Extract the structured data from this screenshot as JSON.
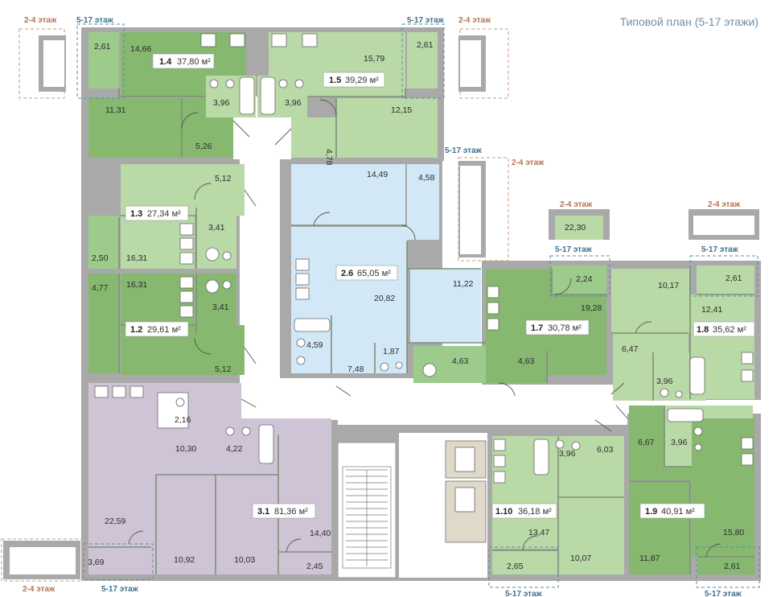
{
  "title": "Типовой план (5-17 этажи)",
  "floor_labels": {
    "upper": "5-17 этаж",
    "lower": "2-4 этаж"
  },
  "unit_suffix": "м²",
  "colors": {
    "green_light": "#b9d9a7",
    "green_mid": "#9ccb8b",
    "green_dark": "#86b86f",
    "blue": "#d3e8f6",
    "purple": "#cfc4d6",
    "corridor": "#ffffff",
    "wall": "#a9a9a9",
    "floor_label_upper": "#3e6f8c",
    "floor_label_lower": "#b27552"
  },
  "apartments": [
    {
      "id": "1.4",
      "area": "37,80",
      "rooms": [
        "2,61",
        "14,66",
        "3,96",
        "11,31",
        "5,26"
      ]
    },
    {
      "id": "1.5",
      "area": "39,29",
      "rooms": [
        "15,79",
        "2,61",
        "3,96",
        "12,15",
        "4,78"
      ]
    },
    {
      "id": "1.3",
      "area": "27,34",
      "rooms": [
        "5,12",
        "3,41",
        "16,31",
        "2,50"
      ]
    },
    {
      "id": "1.2",
      "area": "29,61",
      "rooms": [
        "16,31",
        "4,77",
        "3,41",
        "5,12"
      ]
    },
    {
      "id": "2.6",
      "area": "65,05",
      "rooms": [
        "14,49",
        "4,58",
        "20,82",
        "11,22",
        "4,59",
        "1,87",
        "7,48",
        "4,63"
      ]
    },
    {
      "id": "1.7",
      "area": "30,78",
      "rooms": [
        "2,24",
        "19,28",
        "4,63"
      ]
    },
    {
      "id": "1.8",
      "area": "35,62",
      "rooms": [
        "10,17",
        "2,61",
        "12,41",
        "6,47",
        "3,96"
      ]
    },
    {
      "id": "3.1",
      "area": "81,36",
      "rooms": [
        "2,16",
        "10,30",
        "4,22",
        "22,59",
        "14,40",
        "3,69",
        "10,92",
        "10,03",
        "2,45"
      ]
    },
    {
      "id": "1.10",
      "area": "36,18",
      "rooms": [
        "3,96",
        "6,03",
        "13,47",
        "2,65",
        "10,07"
      ]
    },
    {
      "id": "1.9",
      "area": "40,91",
      "rooms": [
        "6,67",
        "3,96",
        "11,87",
        "15,80",
        "2,61"
      ]
    }
  ],
  "balcony_2_4": {
    "area": "22,30"
  }
}
